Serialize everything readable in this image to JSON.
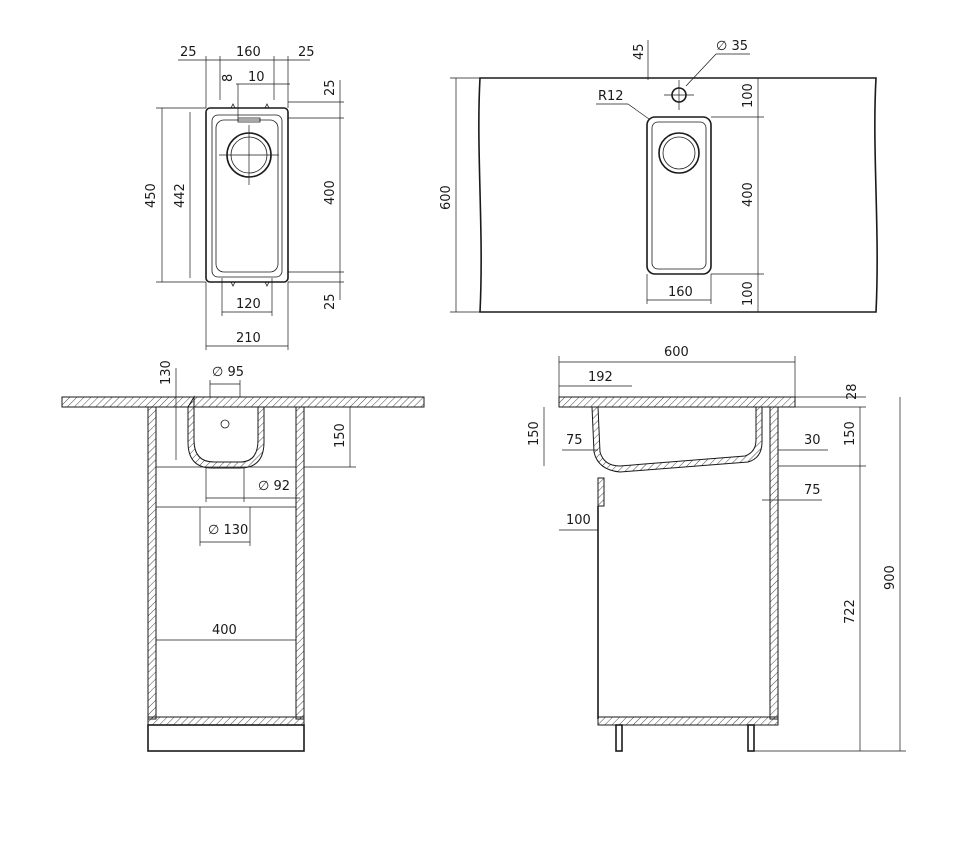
{
  "top_left": {
    "d25_left": "25",
    "d160": "160",
    "d25_right": "25",
    "d8": "8",
    "d10": "10",
    "d25_top": "25",
    "d450": "450",
    "d442": "442",
    "d400": "400",
    "d25_bottom": "25",
    "d120": "120",
    "d210": "210"
  },
  "top_right": {
    "d45": "45",
    "dia35": "∅ 35",
    "r12": "R12",
    "d100_top": "100",
    "d600": "600",
    "d400": "400",
    "d160": "160",
    "d100_bottom": "100"
  },
  "bottom_left": {
    "d130_top": "130",
    "dia95": "∅ 95",
    "d150": "150",
    "dia92": "∅ 92",
    "dia130": "∅ 130",
    "d400": "400"
  },
  "bottom_right": {
    "d600": "600",
    "d192": "192",
    "d28": "28",
    "d150_left": "150",
    "d75_left": "75",
    "d30": "30",
    "d150_right": "150",
    "d75_right": "75",
    "d100": "100",
    "d900": "900",
    "d722": "722"
  }
}
